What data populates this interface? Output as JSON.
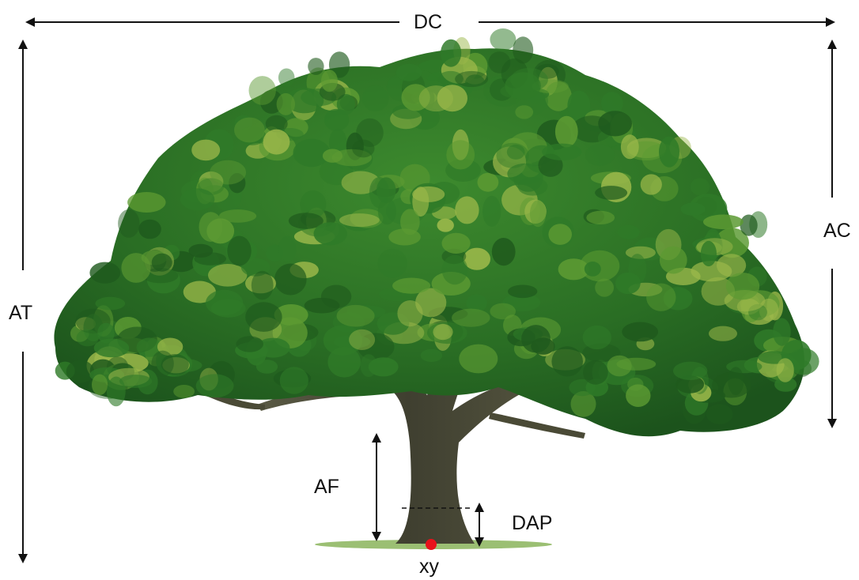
{
  "labels": {
    "dc": "DC",
    "at": "AT",
    "ac": "AC",
    "af": "AF",
    "dap": "DAP",
    "xy": "xy"
  },
  "colors": {
    "arrow": "#111111",
    "point": "#e8121b",
    "ground": "#8ab45a",
    "trunk": "#4a4a36",
    "foliage_dark": "#1f5a1d",
    "foliage_mid": "#2f7a28",
    "foliage_light": "#5c9a32",
    "foliage_highlight": "#9bb84a"
  }
}
